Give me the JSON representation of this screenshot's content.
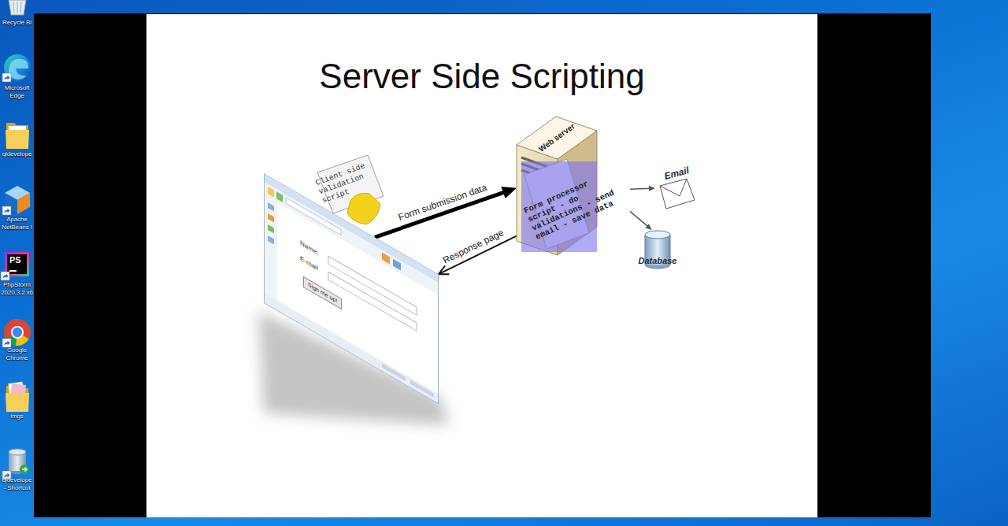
{
  "diagram": {
    "title": "Server Side Scripting",
    "nodes": [
      {
        "text": [
          "Name:",
          "E-mail",
          "Sign me up!"
        ]
      },
      {
        "text": [
          "Client side validation script"
        ]
      },
      {
        "text": [
          "Web server"
        ]
      },
      {
        "text": [
          "Form processor script - do validations - send email - save data"
        ],
        "in": 2
      },
      {
        "text": [
          "Email"
        ]
      },
      {
        "text": [
          "Database"
        ]
      }
    ],
    "edges": [
      {
        "from": 0,
        "to": 2,
        "label": "Form submission data",
        "arrow": "to"
      },
      {
        "from": 2,
        "to": 0,
        "label": "Response page",
        "arrow": "to"
      },
      {
        "from": 3,
        "to": 4,
        "arrow": "to"
      },
      {
        "from": 3,
        "to": 5,
        "arrow": "to"
      }
    ],
    "labels": [
      "Recycle Bi",
      "Microsoft Edge",
      "qldevelope",
      "Apache NetBeans I",
      "PS",
      "PhpStorm 2020.3.2 x6",
      "Google Chrome",
      "imgs",
      "qldevelope - Shortcut"
    ]
  }
}
